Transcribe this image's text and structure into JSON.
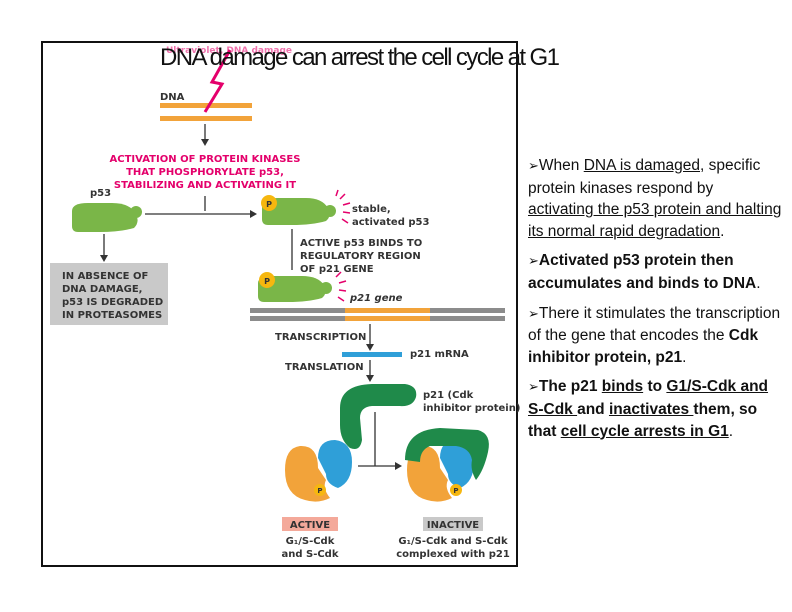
{
  "title": "DNA damage can arrest the cell cycle at G1",
  "figure": {
    "faint_caption": "Ultraviolet, DNA damage",
    "dna_label": "DNA",
    "kinase_step": [
      "ACTIVATION OF PROTEIN KINASES",
      "THAT PHOSPHORYLATE p53,",
      "STABILIZING AND ACTIVATING IT"
    ],
    "p53_label": "p53",
    "stable_label": [
      "stable,",
      "activated p53"
    ],
    "phospho_label": "P",
    "binding_step": [
      "ACTIVE p53 BINDS TO",
      "REGULATORY REGION",
      "OF p21 GENE"
    ],
    "absence_box": [
      "IN ABSENCE OF",
      "DNA DAMAGE,",
      "p53 IS DEGRADED",
      "IN PROTEASOMES"
    ],
    "gene_label": "p21 gene",
    "transcription_label": "TRANSCRIPTION",
    "mrna_label": "p21 mRNA",
    "translation_label": "TRANSLATION",
    "p21_label": [
      "p21 (Cdk",
      "inhibitor protein)"
    ],
    "active_label": "ACTIVE",
    "active_desc": [
      "G₁/S-Cdk",
      "and S-Cdk"
    ],
    "inactive_label": "INACTIVE",
    "inactive_desc": [
      "G₁/S-Cdk and S-Cdk",
      "complexed with p21"
    ],
    "colors": {
      "magenta": "#e4006b",
      "green": "#7ab648",
      "dark_green": "#1f8a4a",
      "orange": "#f2a33a",
      "blue": "#2f9fd8",
      "gray_box": "#c9c9c9",
      "yellow": "#f6b70f"
    }
  },
  "bullets": {
    "b1": {
      "pre": "When ",
      "u1": "DNA is damaged",
      "mid1": ", specific protein kinases respond by ",
      "u2": "activating the p53 protein and halting its normal rapid degradation",
      "post": "."
    },
    "b2": {
      "bold": "Activated p53 protein then accumulates and binds to DNA",
      "post": "."
    },
    "b3": {
      "pre": "There it stimulates the transcription of the gene that encodes the ",
      "bold": "Cdk inhibitor protein, p21",
      "post": "."
    },
    "b4": {
      "bold1": "The p21 ",
      "u1": "binds",
      "mid1": " to ",
      "u2": "G1/S-Cdk and S-Cdk ",
      "mid2": "and ",
      "u3": "inactivates ",
      "mid3": "them, so that ",
      "u4": "cell cycle arrests in G1",
      "post": "."
    }
  }
}
